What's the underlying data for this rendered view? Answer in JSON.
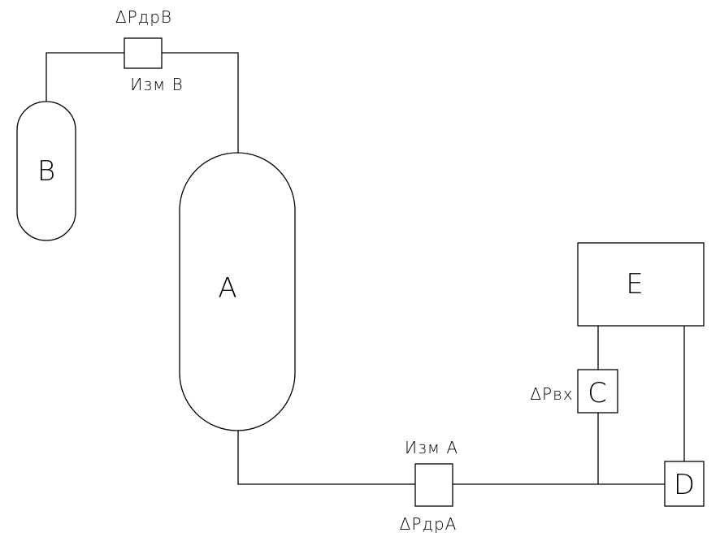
{
  "vessels": {
    "b": "B",
    "a": "A"
  },
  "blocks": {
    "e": "E",
    "c": "C",
    "d": "D"
  },
  "labels": {
    "dp_dr_b": "ΔРдрВ",
    "izm_b": "Изм В",
    "izm_a": "Изм А",
    "dp_dr_a": "ΔРдрА",
    "dp_vx": "ΔРвх"
  }
}
